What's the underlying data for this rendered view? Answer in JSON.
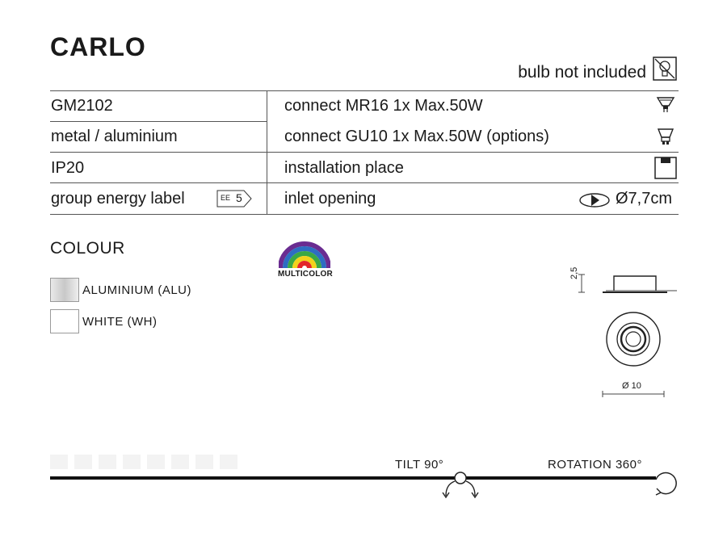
{
  "title": "CARLO",
  "bulb_note": "bulb not included",
  "rows": [
    {
      "left": "GM2102",
      "right": "connect MR16 1x Max.50W"
    },
    {
      "left": "metal / aluminium",
      "right": "connect GU10 1x Max.50W (options)"
    },
    {
      "left": "IP20",
      "right": "installation place"
    },
    {
      "left": "group energy label",
      "right": "inlet opening",
      "right_value": "Ø7,7cm"
    }
  ],
  "energy_badge": {
    "prefix": "EE",
    "value": "5"
  },
  "icons": {
    "bulb_not_included": "crossed-bulb-icon",
    "mr16": "mr16-bulb-icon",
    "gu10": "gu10-bulb-icon",
    "installation": "ceiling-box-icon",
    "inlet": "inlet-opening-icon",
    "multicolor": "rainbow-icon",
    "tilt": "tilt-arrows-icon",
    "rotation": "rotation-arrow-icon"
  },
  "colour": {
    "heading": "COLOUR",
    "options": [
      {
        "label": "ALUMINIUM (ALU)",
        "color": "#d6d6d6"
      },
      {
        "label": "WHITE (WH)",
        "color": "#ffffff"
      }
    ],
    "multicolor_label": "MULTICOLOR"
  },
  "drawing": {
    "height_label": "2,5",
    "diameter_label": "Ø 10"
  },
  "motion": {
    "tilt": "TILT 90°",
    "rotation": "ROTATION 360°"
  }
}
